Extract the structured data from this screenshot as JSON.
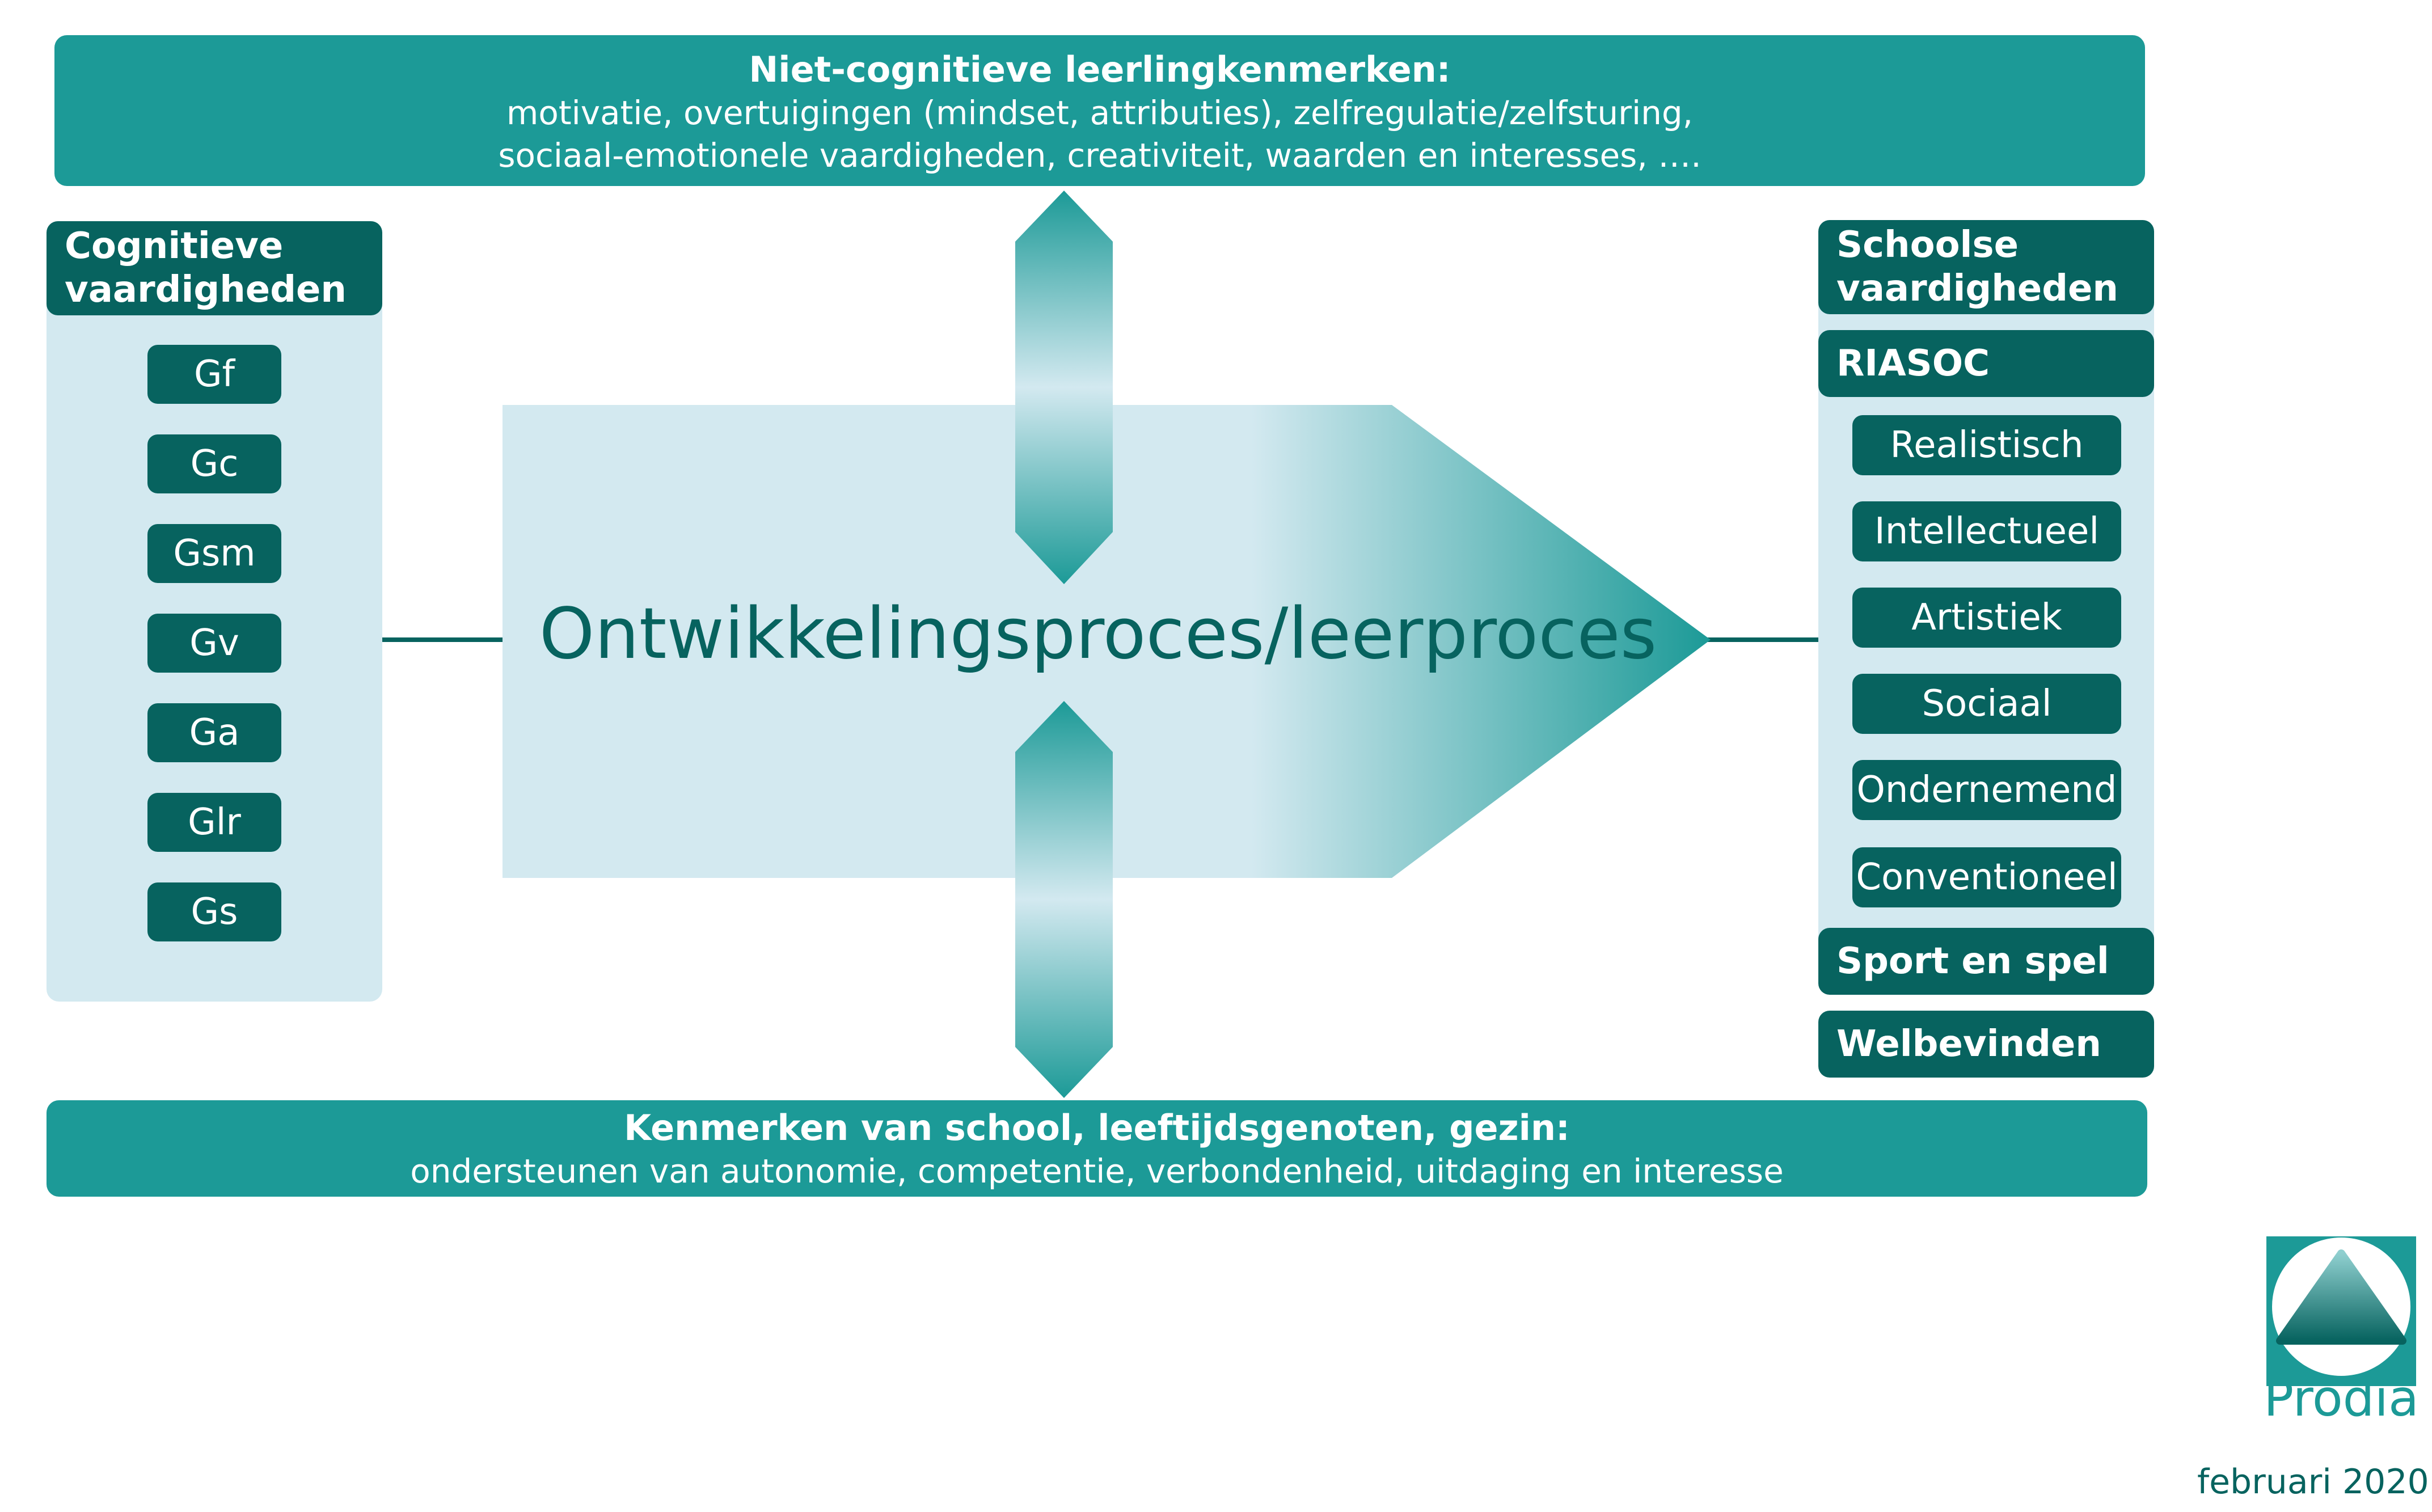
{
  "top_banner": {
    "heading": "Niet-cognitieve leerlingkenmerken:",
    "line1": "motivatie, overtuigingen (mindset, attributies), zelfregulatie/zelfsturing,",
    "line2": "sociaal-emotionele vaardigheden, creativiteit, waarden en interesses, …."
  },
  "left_panel": {
    "title_line1": "Cognitieve",
    "title_line2": "vaardigheden",
    "items": [
      "Gf",
      "Gc",
      "Gsm",
      "Gv",
      "Ga",
      "Glr",
      "Gs"
    ]
  },
  "center": {
    "label": "Ontwikkelingsproces/leerproces"
  },
  "right_panel": {
    "title_line1": "Schoolse",
    "title_line2": "vaardigheden",
    "riasoc_title": "RIASOC",
    "riasoc_items": [
      "Realistisch",
      "Intellectueel",
      "Artistiek",
      "Sociaal",
      "Ondernemend",
      "Conventioneel"
    ],
    "sport": "Sport en spel",
    "wellbeing": "Welbevinden"
  },
  "bottom_banner": {
    "heading": "Kenmerken van school, leeftijdsgenoten, gezin:",
    "line1": "ondersteunen van autonomie, competentie, verbondenheid, uitdaging en interesse"
  },
  "logo": {
    "name": "Prodia"
  },
  "date": "februari 2020",
  "colors": {
    "teal": "#1c9a97",
    "dark_teal": "#07635f",
    "light_blue": "#d3e9f0"
  }
}
